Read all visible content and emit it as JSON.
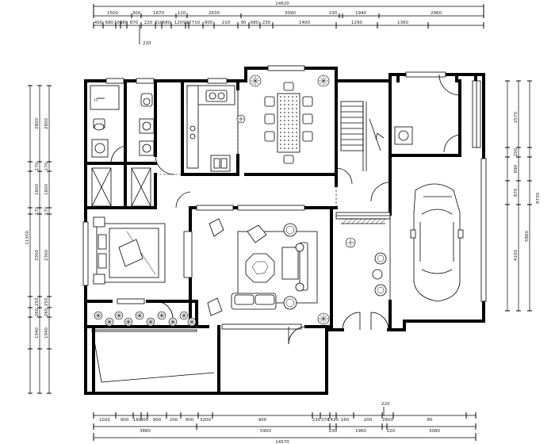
{
  "dimensions": {
    "top_total": "14620",
    "top_mid": [
      "1500",
      "300",
      "1670",
      "120",
      "2630",
      "3090",
      "230",
      "1940",
      "2960"
    ],
    "top_small": [
      "400",
      "680",
      "100",
      "180",
      "870",
      "220",
      "310",
      "680",
      "120",
      "590",
      "710",
      "900",
      "210",
      "90",
      "680",
      "230",
      "1400",
      "1290",
      "1360"
    ],
    "top_note": "220",
    "bottom_note": "220",
    "bottom_small": [
      "1020",
      "900",
      "160",
      "900",
      "900",
      "200",
      "900",
      "3200",
      "900",
      "230",
      "370",
      "1430",
      "160",
      "200",
      "2600",
      "80"
    ],
    "bottom_mid": [
      "3880",
      "5900",
      "230",
      "1960",
      "220",
      "3080"
    ],
    "bottom_total": "14570",
    "left_outer": "11350",
    "left_inner": [
      "2800",
      "170",
      "1600",
      "170",
      "3300",
      "250",
      "260",
      "1940"
    ],
    "left_inner_dup": [
      "2800",
      "170",
      "1600",
      "170",
      "2300",
      "250",
      "260",
      "1940"
    ],
    "right_inner": [
      "2570",
      "200",
      "890",
      "870",
      "4100"
    ],
    "right_outer": [
      "5860",
      "8730"
    ]
  }
}
